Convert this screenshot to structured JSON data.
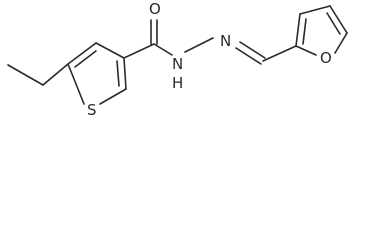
{
  "molecule": {
    "atoms": {
      "oxygen_carbonyl": "O",
      "nitrogen_nh": "N",
      "hydrogen_nh": "H",
      "nitrogen_imine": "N",
      "sulfur": "S",
      "oxygen_furan": "O"
    }
  }
}
